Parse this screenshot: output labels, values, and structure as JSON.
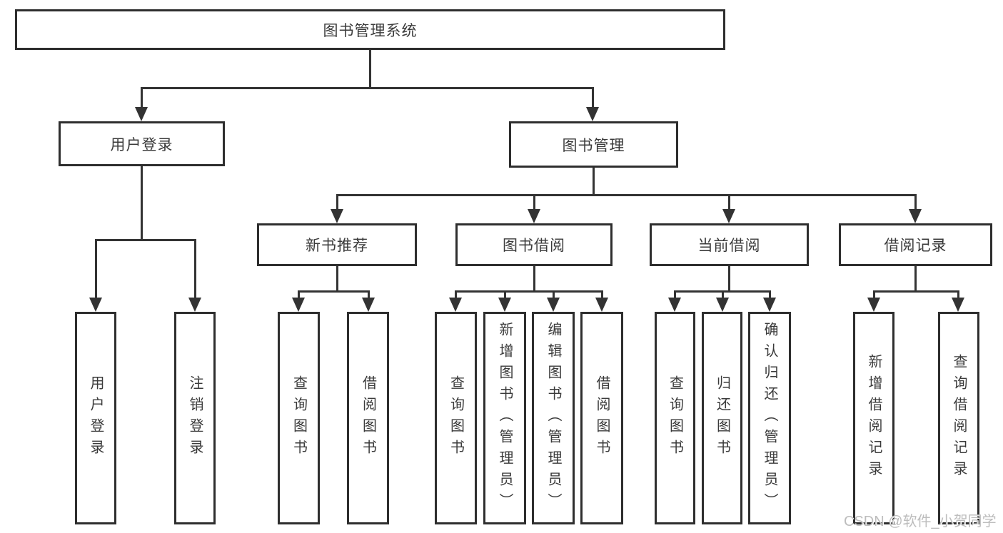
{
  "tree": {
    "root": {
      "label": "图书管理系统",
      "children": [
        {
          "label": "用户登录",
          "children": [
            {
              "label": "用户登录"
            },
            {
              "label": "注销登录"
            }
          ]
        },
        {
          "label": "图书管理",
          "children": [
            {
              "label": "新书推荐",
              "children": [
                {
                  "label": "查询图书"
                },
                {
                  "label": "借阅图书"
                }
              ]
            },
            {
              "label": "图书借阅",
              "children": [
                {
                  "label": "查询图书"
                },
                {
                  "label": "新增图书（管理员）"
                },
                {
                  "label": "编辑图书（管理员）"
                },
                {
                  "label": "借阅图书"
                }
              ]
            },
            {
              "label": "当前借阅",
              "children": [
                {
                  "label": "查询图书"
                },
                {
                  "label": "归还图书"
                },
                {
                  "label": "确认归还（管理员）"
                }
              ]
            },
            {
              "label": "借阅记录",
              "children": [
                {
                  "label": "新增借阅记录"
                },
                {
                  "label": "查询借阅记录"
                }
              ]
            }
          ]
        }
      ]
    }
  },
  "watermark": {
    "text": "CSDN @软件_小贺同学"
  },
  "colors": {
    "line": "#333333",
    "box_border": "#2e2e2e",
    "text": "#3a3a3a",
    "background": "#ffffff",
    "watermark": "#bdbdbd"
  }
}
